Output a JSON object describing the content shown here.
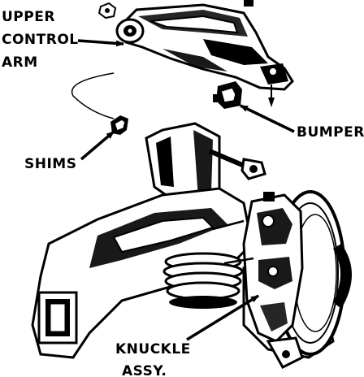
{
  "labels": {
    "upper_control_arm": [
      "UPPER",
      "CONTROL",
      "ARM"
    ],
    "bumper": "BUMPER",
    "shims": "SHIMS",
    "knuckle_assy": [
      "KNUCKLE",
      "ASSY."
    ]
  }
}
